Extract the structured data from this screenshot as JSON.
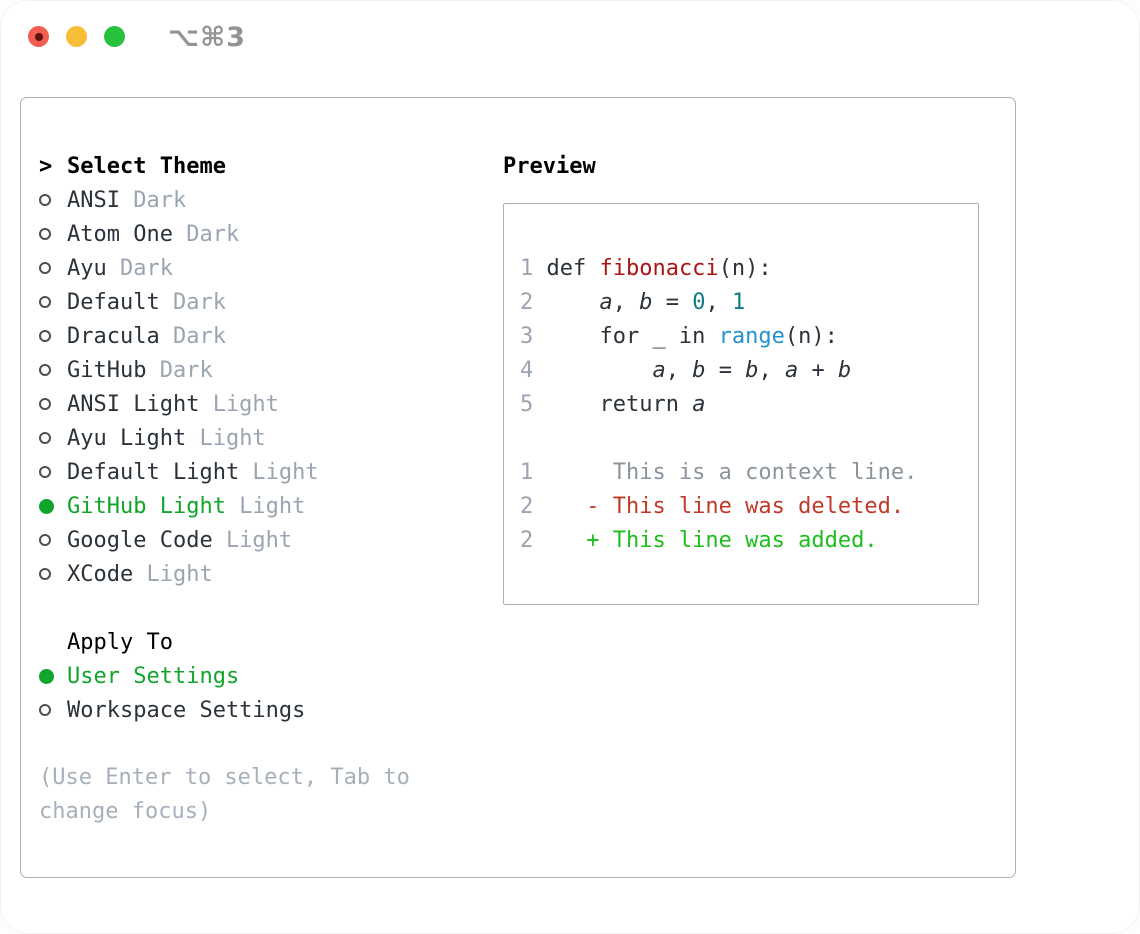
{
  "window": {
    "title": "⌥⌘3",
    "traffic_lights": [
      "close",
      "minimize",
      "zoom"
    ]
  },
  "colors": {
    "ink": "#2b323a",
    "bold_ink": "#000000",
    "tag": "#9ba5b1",
    "hint": "#a7b0ba",
    "context": "#8b949d",
    "selected_green": "#12a52c",
    "added_green": "#1dbe1d",
    "deleted_red": "#c13a28",
    "function_red": "#aa1616",
    "number_teal": "#0e7d84",
    "builtin_blue": "#2591cf",
    "border": "#a9b1bb",
    "title_gray": "#939393",
    "traffic_red": "#f25e52",
    "traffic_red_dot": "#5d1311",
    "traffic_yellow": "#f7bd37",
    "traffic_green": "#28c13b"
  },
  "panel": {
    "theme_menu": {
      "cursor": ">",
      "header": "Select Theme",
      "items": [
        {
          "name": "ANSI",
          "tag": "Dark",
          "selected": false
        },
        {
          "name": "Atom One",
          "tag": "Dark",
          "selected": false
        },
        {
          "name": "Ayu",
          "tag": "Dark",
          "selected": false
        },
        {
          "name": "Default",
          "tag": "Dark",
          "selected": false
        },
        {
          "name": "Dracula",
          "tag": "Dark",
          "selected": false
        },
        {
          "name": "GitHub",
          "tag": "Dark",
          "selected": false
        },
        {
          "name": "ANSI Light",
          "tag": "Light",
          "selected": false
        },
        {
          "name": "Ayu Light",
          "tag": "Light",
          "selected": false
        },
        {
          "name": "Default Light",
          "tag": "Light",
          "selected": false
        },
        {
          "name": "GitHub Light",
          "tag": "Light",
          "selected": true
        },
        {
          "name": "Google Code",
          "tag": "Light",
          "selected": false
        },
        {
          "name": "XCode",
          "tag": "Light",
          "selected": false
        }
      ]
    },
    "apply_to": {
      "header": "Apply To",
      "items": [
        {
          "name": "User Settings",
          "selected": true
        },
        {
          "name": "Workspace Settings",
          "selected": false
        }
      ]
    },
    "hint_lines": [
      "(Use Enter to select, Tab to",
      "change focus)"
    ],
    "preview": {
      "header": "Preview",
      "code_lines": [
        {
          "ln": "1",
          "tokens": [
            {
              "t": "def ",
              "c": "plain"
            },
            {
              "t": "fibonacci",
              "c": "func"
            },
            {
              "t": "(n):",
              "c": "plain"
            }
          ]
        },
        {
          "ln": "2",
          "tokens": [
            {
              "t": "    ",
              "c": "plain"
            },
            {
              "t": "a",
              "c": "var"
            },
            {
              "t": ", ",
              "c": "plain"
            },
            {
              "t": "b",
              "c": "var"
            },
            {
              "t": " = ",
              "c": "plain"
            },
            {
              "t": "0",
              "c": "num"
            },
            {
              "t": ", ",
              "c": "plain"
            },
            {
              "t": "1",
              "c": "num"
            }
          ]
        },
        {
          "ln": "3",
          "tokens": [
            {
              "t": "    for _ in ",
              "c": "plain"
            },
            {
              "t": "range",
              "c": "builtin"
            },
            {
              "t": "(n):",
              "c": "plain"
            }
          ]
        },
        {
          "ln": "4",
          "tokens": [
            {
              "t": "        ",
              "c": "plain"
            },
            {
              "t": "a",
              "c": "var"
            },
            {
              "t": ", ",
              "c": "plain"
            },
            {
              "t": "b",
              "c": "var"
            },
            {
              "t": " = ",
              "c": "plain"
            },
            {
              "t": "b",
              "c": "var"
            },
            {
              "t": ", ",
              "c": "plain"
            },
            {
              "t": "a",
              "c": "var"
            },
            {
              "t": " + ",
              "c": "plain"
            },
            {
              "t": "b",
              "c": "var"
            }
          ]
        },
        {
          "ln": "5",
          "tokens": [
            {
              "t": "    return ",
              "c": "plain"
            },
            {
              "t": "a",
              "c": "var"
            }
          ]
        }
      ],
      "diff_lines": [
        {
          "ln": "1",
          "kind": "context",
          "text": "     This is a context line."
        },
        {
          "ln": "2",
          "kind": "deleted",
          "text": "   - This line was deleted."
        },
        {
          "ln": "2",
          "kind": "added",
          "text": "   + This line was added."
        }
      ]
    }
  }
}
